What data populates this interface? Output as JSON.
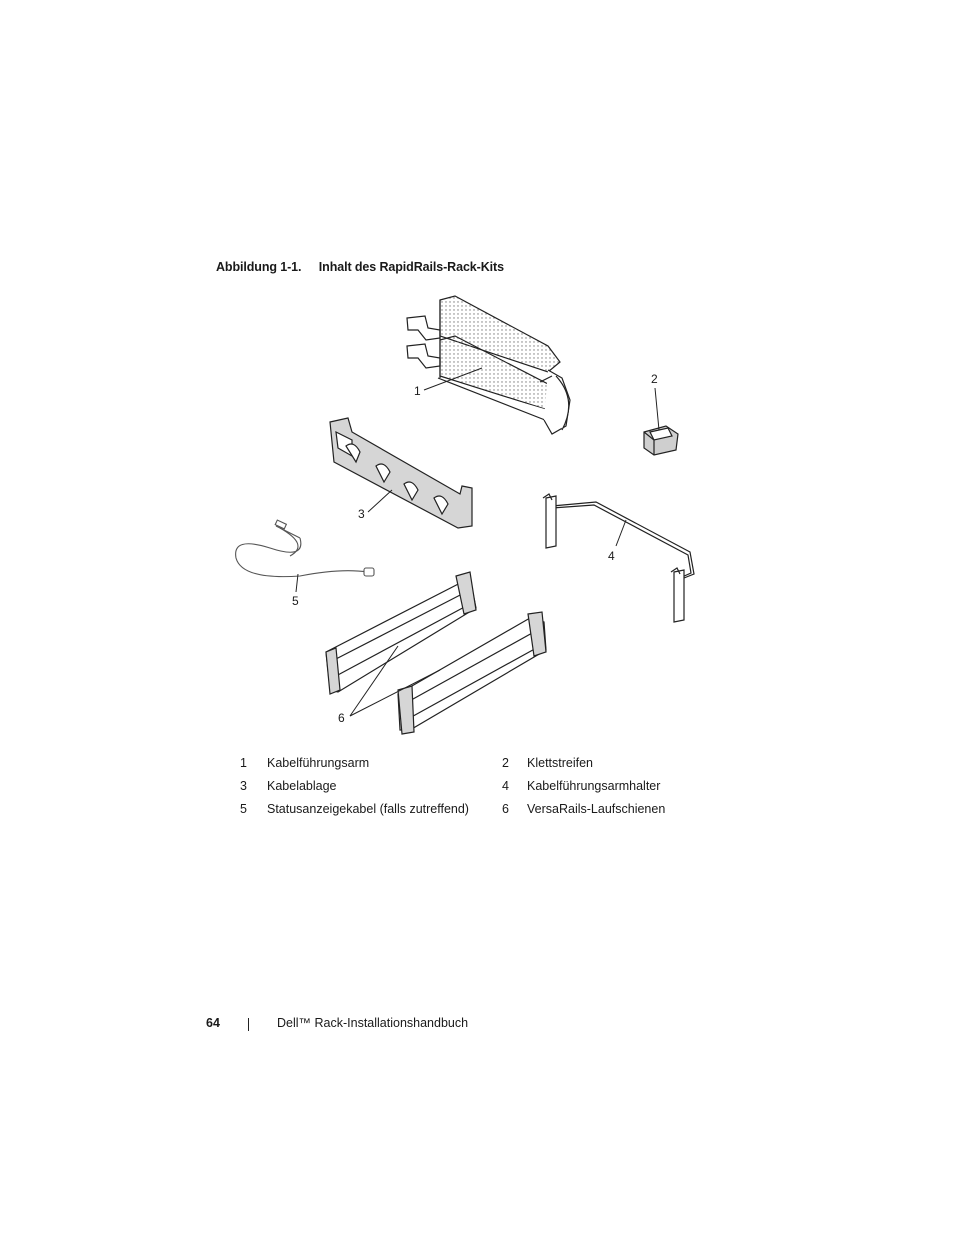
{
  "caption": {
    "number": "Abbildung 1-1.",
    "title": "Inhalt des RapidRails-Rack-Kits"
  },
  "callouts": [
    "1",
    "2",
    "3",
    "4",
    "5",
    "6"
  ],
  "legend": [
    {
      "n1": "1",
      "t1": "Kabelführungsarm",
      "n2": "2",
      "t2": "Klettstreifen"
    },
    {
      "n1": "3",
      "t1": "Kabelablage",
      "n2": "4",
      "t2": "Kabelführungsarmhalter"
    },
    {
      "n1": "5",
      "t1": "Statusanzeigekabel (falls zutreffend)",
      "n2": "6",
      "t2": "VersaRails-Laufschienen"
    }
  ],
  "footer": {
    "page_number": "64",
    "book_title": "Dell™ Rack-Installationshandbuch"
  }
}
